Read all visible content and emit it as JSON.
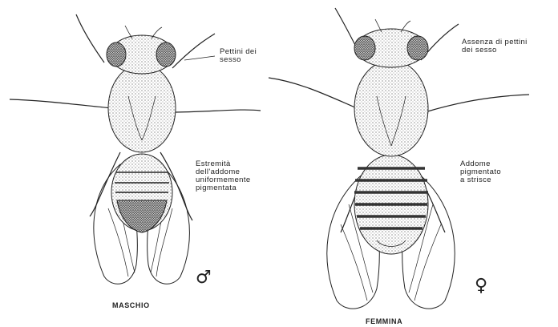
{
  "male": {
    "caption": "MASCHIO",
    "symbol": "♂",
    "labels": {
      "sex_combs": [
        "Pettini dei",
        "sesso"
      ],
      "abdomen_tip": [
        "Estremità",
        "dell'addome",
        "uniformemente",
        "pigmentata"
      ]
    }
  },
  "female": {
    "caption": "FEMMINA",
    "symbol": "♀",
    "labels": {
      "no_sex_combs": [
        "Assenza di pettini",
        "dei sesso"
      ],
      "striped_abdomen": [
        "Addome",
        "pigmentato",
        "a strisce"
      ]
    }
  },
  "colors": {
    "ink": "#222222",
    "paper": "#ffffff"
  }
}
